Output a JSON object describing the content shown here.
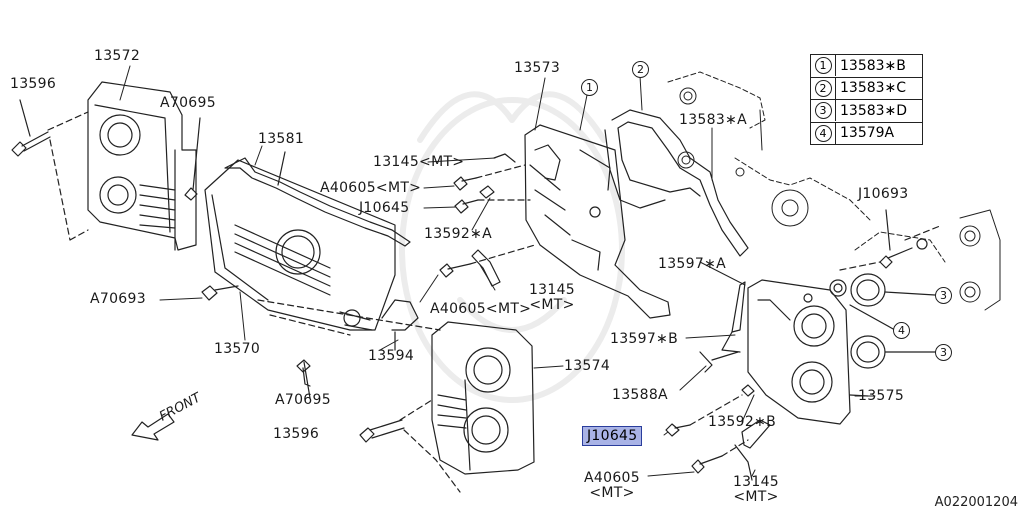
{
  "diagram": {
    "parts": {
      "p13572": "13572",
      "p13596_top": "13596",
      "p70695_top": "A70695",
      "p13581": "13581",
      "p13573": "13573",
      "p13583a": "13583∗A",
      "p13145_mt_top": "13145<MT>",
      "pA40605_mt_top": "A40605<MT>",
      "pJ10645_top": "J10645",
      "p13592a": "13592∗A",
      "p13145_mid": "13145",
      "p13145_mid_mt": "<MT>",
      "pA40605_mid": "A40605<MT>",
      "pA70693": "A70693",
      "p13570": "13570",
      "p13594": "13594",
      "pA70695_bot": "A70695",
      "p13596_bot": "13596",
      "p13574": "13574",
      "p13597a": "13597∗A",
      "p13597b": "13597∗B",
      "p13588a": "13588A",
      "p13575": "13575",
      "p13592b": "13592∗B",
      "pJ10645_sel": "J10645",
      "pA40605_bot": "A40605",
      "pA40605_bot_mt": "<MT>",
      "p13145_bot": "13145",
      "p13145_bot_mt": "<MT>",
      "pJ10693": "J10693",
      "front": "FRONT",
      "code": "A022001204"
    },
    "callouts": {
      "c1": "1",
      "c2": "2",
      "c3a": "3",
      "c3b": "3",
      "c4": "4"
    },
    "legend": [
      {
        "num": "1",
        "part": "13583∗B"
      },
      {
        "num": "2",
        "part": "13583∗C"
      },
      {
        "num": "3",
        "part": "13583∗D"
      },
      {
        "num": "4",
        "part": "13579A"
      }
    ]
  }
}
